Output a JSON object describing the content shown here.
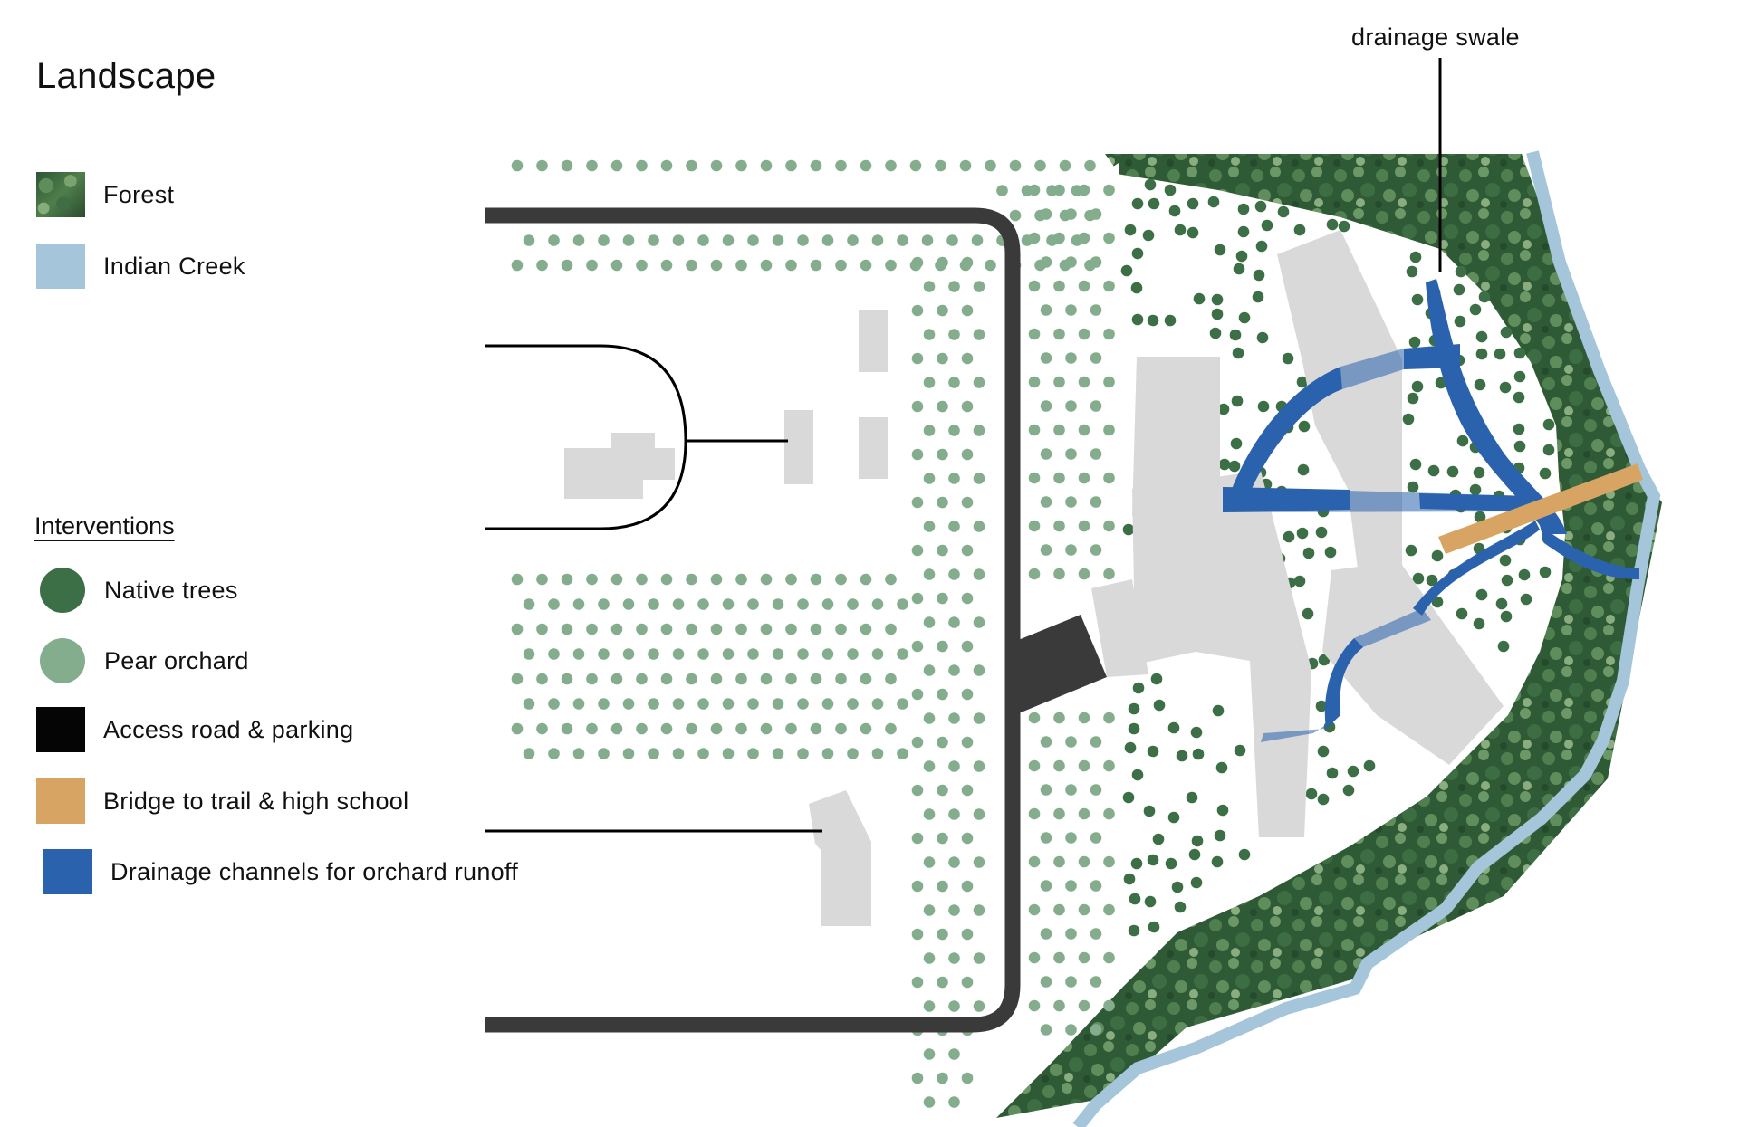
{
  "title": "Landscape",
  "legend": {
    "base": [
      {
        "label": "Forest",
        "color": "#3f6b42",
        "icon": "forest-swatch"
      },
      {
        "label": "Indian Creek",
        "color": "#a5c6da",
        "icon": "creek-swatch"
      }
    ],
    "interventions_heading": "Interventions",
    "interventions": [
      {
        "label": "Native trees",
        "color": "#3c6f45",
        "shape": "circle"
      },
      {
        "label": "Pear orchard",
        "color": "#84ad8d",
        "shape": "circle"
      },
      {
        "label": "Access road & parking",
        "color": "#050505",
        "shape": "square"
      },
      {
        "label": "Bridge to trail & high school",
        "color": "#d8a463",
        "shape": "square"
      },
      {
        "label": "Drainage channels for orchard runoff",
        "color": "#2a62ad",
        "shape": "square"
      }
    ]
  },
  "callout": "drainage swale",
  "colors": {
    "forest": "#3f6b42",
    "creek": "#a5c6da",
    "native_trees": "#3c6f45",
    "pear_orchard": "#84ad8d",
    "road": "#3a3a3a",
    "bridge": "#d8a463",
    "drainage": "#2a62ad",
    "buildings": "#d9d9d9",
    "outline": "#000000"
  }
}
